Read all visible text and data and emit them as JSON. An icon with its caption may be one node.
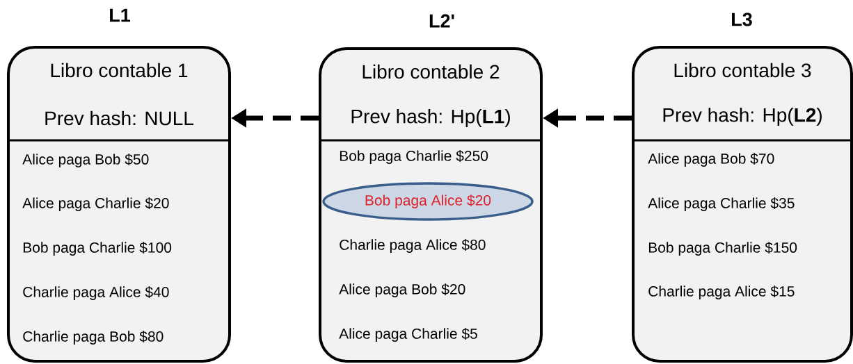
{
  "diagram": {
    "nodes": [
      {
        "text": [
          "L1",
          "Libro contable 1",
          "Prev hash: NULL",
          "Alice paga Bob $50",
          "Alice paga Charlie $20",
          "Bob paga Charlie $100",
          "Charlie paga Alice $40",
          "Charlie paga Bob $80"
        ]
      },
      {
        "text": [
          "L2'",
          "Libro contable 2",
          "Prev hash: Hp(**L1**)",
          "Bob paga Charlie $250",
          "Charlie paga Alice $80",
          "Alice paga Bob $20",
          "Alice paga Charlie $5"
        ]
      },
      {
        "text": [
          "Bob paga Alice $20"
        ],
        "in": 1
      },
      {
        "text": [
          "L3",
          "Libro contable 3",
          "Prev hash: Hp(**L2**)",
          "Alice paga Bob $70",
          "Alice paga Charlie $35",
          "Bob paga Charlie $150",
          "Charlie paga Alice $15"
        ]
      }
    ],
    "edges": [
      {
        "from": 1,
        "to": 0,
        "arrow": "to",
        "style": "dashed"
      },
      {
        "from": 3,
        "to": 1,
        "arrow": "to",
        "style": "dashed"
      }
    ]
  }
}
